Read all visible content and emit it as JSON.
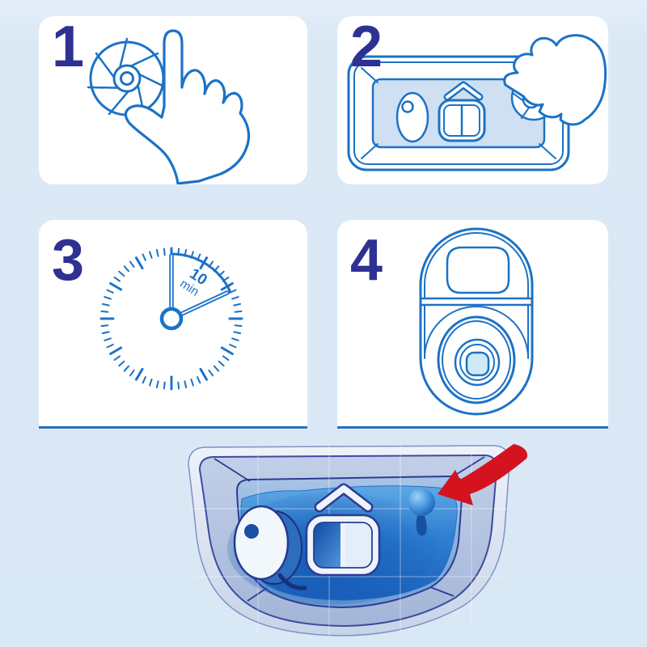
{
  "instructions": {
    "title_visible_text": "",
    "steps": [
      {
        "number": "1",
        "icon": "finger-pressing-disc-icon"
      },
      {
        "number": "2",
        "icon": "hand-placing-disc-in-cistern-icon"
      },
      {
        "number": "3",
        "icon": "wait-timer-icon",
        "timer_value": "10",
        "timer_unit": "min"
      },
      {
        "number": "4",
        "icon": "toilet-top-view-icon"
      }
    ],
    "footer_icon": "cistern-with-dosing-ball-and-red-arrow"
  },
  "colors": {
    "background": "#d9e8f5",
    "card": "#ffffff",
    "line_art_blue": "#1b72c6",
    "dark_outline_navy": "#2b3c92",
    "step_number_navy": "#2e3192",
    "card_underline_blue": "#2a70bf",
    "basin_fill": "#cfe0f2",
    "water_blue": "#2e7fd2",
    "arrow_red": "#d5131f"
  }
}
